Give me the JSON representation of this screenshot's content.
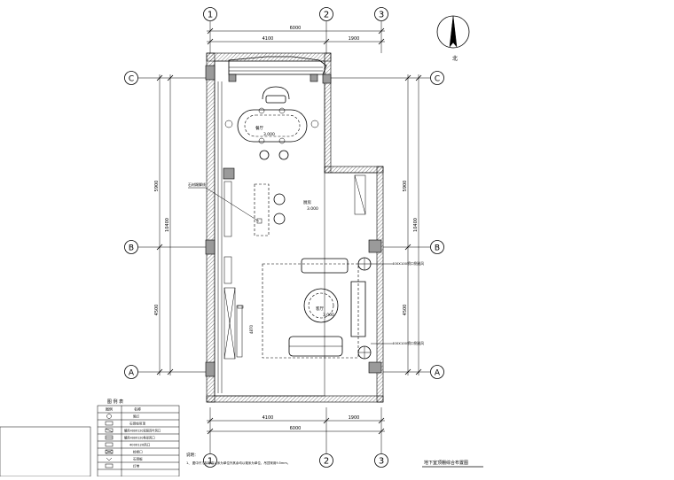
{
  "grid": {
    "columns": [
      "1",
      "2",
      "3"
    ],
    "rows": [
      "C",
      "B",
      "A"
    ]
  },
  "dimensions": {
    "top_total": "6000",
    "top_left": "4100",
    "top_right": "1900",
    "bottom_total": "6000",
    "bottom_left": "4100",
    "bottom_right": "1900",
    "left_upper": "5900",
    "left_lower": "4500",
    "left_total": "10400",
    "right_upper": "5900",
    "right_lower": "4500",
    "right_total": "10400"
  },
  "north_label": "北",
  "rooms": [
    {
      "name": "餐厅",
      "level": "3.000"
    },
    {
      "name": "厨房",
      "level": "3.000"
    },
    {
      "name": "客厅",
      "level": "3.000"
    }
  ],
  "annotations": {
    "left_tag": "石材踢脚线",
    "dim_4870": "4870",
    "ac_upper": "400X100喷口侧送风",
    "ac_lower": "400X100喷口侧送风"
  },
  "legend": {
    "title": "图 例 表",
    "header": [
      "图例",
      "名称"
    ],
    "rows": [
      "筒灯",
      "石膏线吊顶",
      "暖风400X120双层百叶风口",
      "暖风400X120条形风口",
      "400X120风口",
      "检修口",
      "石膏板",
      "灯带"
    ]
  },
  "notes": {
    "title": "说明：",
    "line1": "1、 图中尺寸除标高以米为单位外其余均以毫米为单位，吊顶采用9.5mm。"
  },
  "drawing_title": "地下室顶棚综合布置图"
}
